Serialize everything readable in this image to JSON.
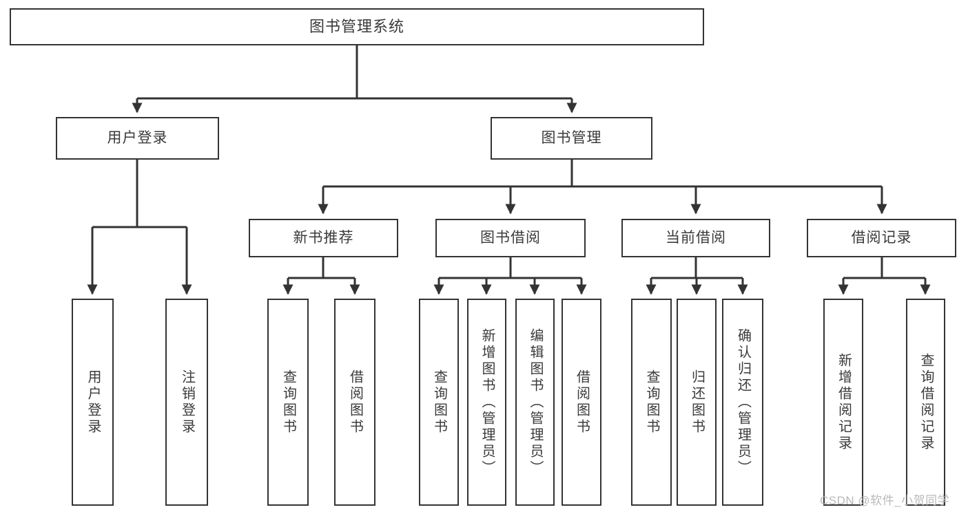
{
  "diagram": {
    "title": "图书管理系统",
    "type": "tree-hierarchy-chart",
    "stroke_color": "#333333",
    "text_color": "#3a3a3a",
    "background_color": "#ffffff"
  },
  "nodes": {
    "root": {
      "label": "图书管理系统"
    },
    "level2": [
      {
        "label": "用户登录"
      },
      {
        "label": "图书管理"
      }
    ],
    "level3": [
      {
        "label": "新书推荐"
      },
      {
        "label": "图书借阅"
      },
      {
        "label": "当前借阅"
      },
      {
        "label": "借阅记录"
      }
    ],
    "leaves": {
      "user_login": [
        {
          "label": "用户登录"
        },
        {
          "label": "注销登录"
        }
      ],
      "new_book_recommend": [
        {
          "label": "查询图书"
        },
        {
          "label": "借阅图书"
        }
      ],
      "book_borrow": [
        {
          "label": "查询图书"
        },
        {
          "label": "新增图书（管理员）"
        },
        {
          "label": "编辑图书（管理员）"
        },
        {
          "label": "借阅图书"
        }
      ],
      "current_borrow": [
        {
          "label": "查询图书"
        },
        {
          "label": "归还图书"
        },
        {
          "label": "确认归还（管理员）"
        }
      ],
      "borrow_record": [
        {
          "label": "新增借阅记录"
        },
        {
          "label": "查询借阅记录"
        }
      ]
    }
  },
  "watermark": {
    "text": "CSDN @软件_小贺同学"
  }
}
